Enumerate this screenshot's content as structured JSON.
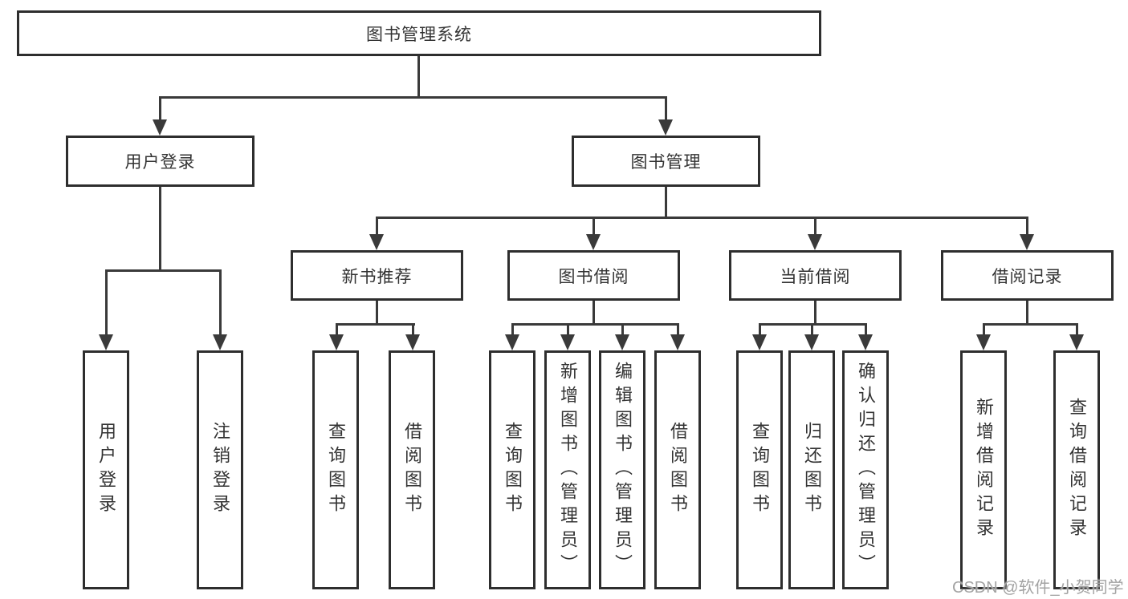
{
  "diagram": {
    "title": "图书管理系统",
    "root": {
      "label": "图书管理系统"
    },
    "level2": [
      {
        "id": "user-login",
        "label": "用户登录"
      },
      {
        "id": "book-management",
        "label": "图书管理"
      }
    ],
    "level3": [
      {
        "id": "new-book-recommend",
        "label": "新书推荐",
        "parent": "book-management"
      },
      {
        "id": "book-borrow",
        "label": "图书借阅",
        "parent": "book-management"
      },
      {
        "id": "current-borrow",
        "label": "当前借阅",
        "parent": "book-management"
      },
      {
        "id": "borrow-records",
        "label": "借阅记录",
        "parent": "book-management"
      }
    ],
    "leaves": [
      {
        "id": "user-login-leaf",
        "label": "用户登录",
        "parent": "user-login"
      },
      {
        "id": "logout",
        "label": "注销登录",
        "parent": "user-login"
      },
      {
        "id": "query-book-recommend",
        "label": "查询图书",
        "parent": "new-book-recommend"
      },
      {
        "id": "borrow-book-recommend",
        "label": "借阅图书",
        "parent": "new-book-recommend"
      },
      {
        "id": "query-book-borrow",
        "label": "查询图书",
        "parent": "book-borrow"
      },
      {
        "id": "add-book-admin",
        "label": "新增图书（管理员）",
        "parent": "book-borrow"
      },
      {
        "id": "edit-book-admin",
        "label": "编辑图书（管理员）",
        "parent": "book-borrow"
      },
      {
        "id": "borrow-book",
        "label": "借阅图书",
        "parent": "book-borrow"
      },
      {
        "id": "query-book-current",
        "label": "查询图书",
        "parent": "current-borrow"
      },
      {
        "id": "return-book",
        "label": "归还图书",
        "parent": "current-borrow"
      },
      {
        "id": "confirm-return-admin",
        "label": "确认归还（管理员）",
        "parent": "current-borrow"
      },
      {
        "id": "add-borrow-record",
        "label": "新增借阅记录",
        "parent": "borrow-records"
      },
      {
        "id": "query-borrow-record",
        "label": "查询借阅记录",
        "parent": "borrow-records"
      }
    ]
  },
  "watermark": {
    "text": "CSDN @软件_小贺同学"
  },
  "colors": {
    "line": "#3a3a3a",
    "box_border": "#2e2e2e",
    "text": "#333333",
    "watermark": "#a3a3a3",
    "background": "#ffffff"
  }
}
